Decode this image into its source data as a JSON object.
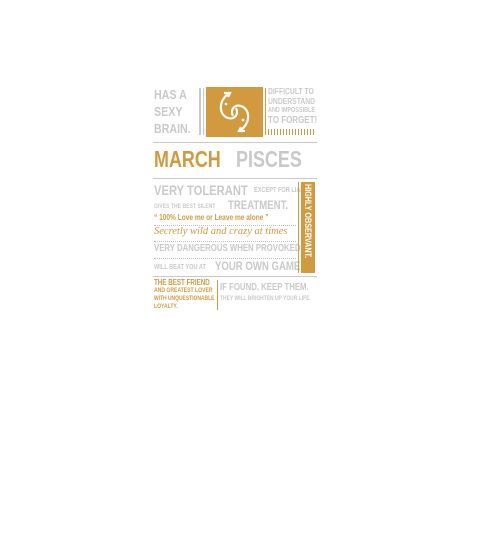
{
  "colors": {
    "gold": "#d19a3f",
    "silver": "#c9c9c9"
  },
  "top": {
    "left_line1": "HAS A",
    "left_line2": "SEXY",
    "left_line3": "BRAIN.",
    "right_line1": "DIFFICULT TO",
    "right_line2": "UNDERSTAND",
    "right_line3": "AND IMPOSSIBLE",
    "right_line4": "TO FORGET!",
    "symbol_icon": "pisces-fish-icon"
  },
  "title": {
    "month": "MARCH",
    "sign": "PISCES"
  },
  "traits": {
    "line1": "VERY TOLERANT",
    "line1_small": "EXCEPT FOR LIARS.",
    "line2_small": "GIVES THE BEST SILENT",
    "line2": "TREATMENT.",
    "line3": "“ 100% Love me or Leave me alone ”",
    "line4": "Secretly wild and crazy at times",
    "line5": "VERY DANGEROUS WHEN PROVOKED.",
    "line6_small": "WILL BEAT YOU AT",
    "line6": "YOUR OWN GAME",
    "side": "HIGHLY OBSERVANT."
  },
  "bottom": {
    "left_line1": "THE BEST FRIEND",
    "left_line2": "AND GREATEST LOVER",
    "left_line3": "WITH UNQUESTIONABLE",
    "left_line4": "LOYALTY.",
    "right_line1": "IF FOUND,  KEEP THEM.",
    "right_line2": "THEY WILL BRIGHTEN UP YOUR LIFE."
  }
}
